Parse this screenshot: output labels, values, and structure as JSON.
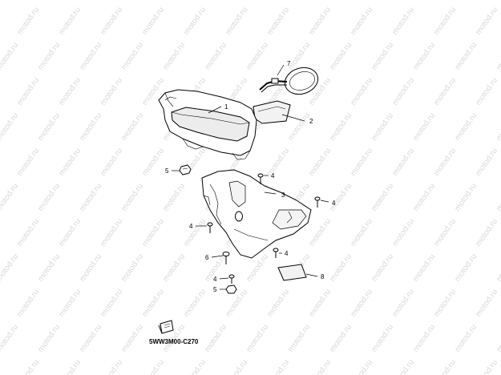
{
  "watermark": "motod.ru",
  "drawing_code": "5WW3M00-C270",
  "callouts": {
    "c1": "1",
    "c2": "2",
    "c3": "3",
    "c4a": "4",
    "c4b": "4",
    "c4c": "4",
    "c4d": "4",
    "c4e": "4",
    "c5a": "5",
    "c5b": "5",
    "c6": "6",
    "c7": "7",
    "c8": "8"
  },
  "colors": {
    "line": "#000000",
    "watermark": "#d9d9d9",
    "background": "#ffffff"
  }
}
